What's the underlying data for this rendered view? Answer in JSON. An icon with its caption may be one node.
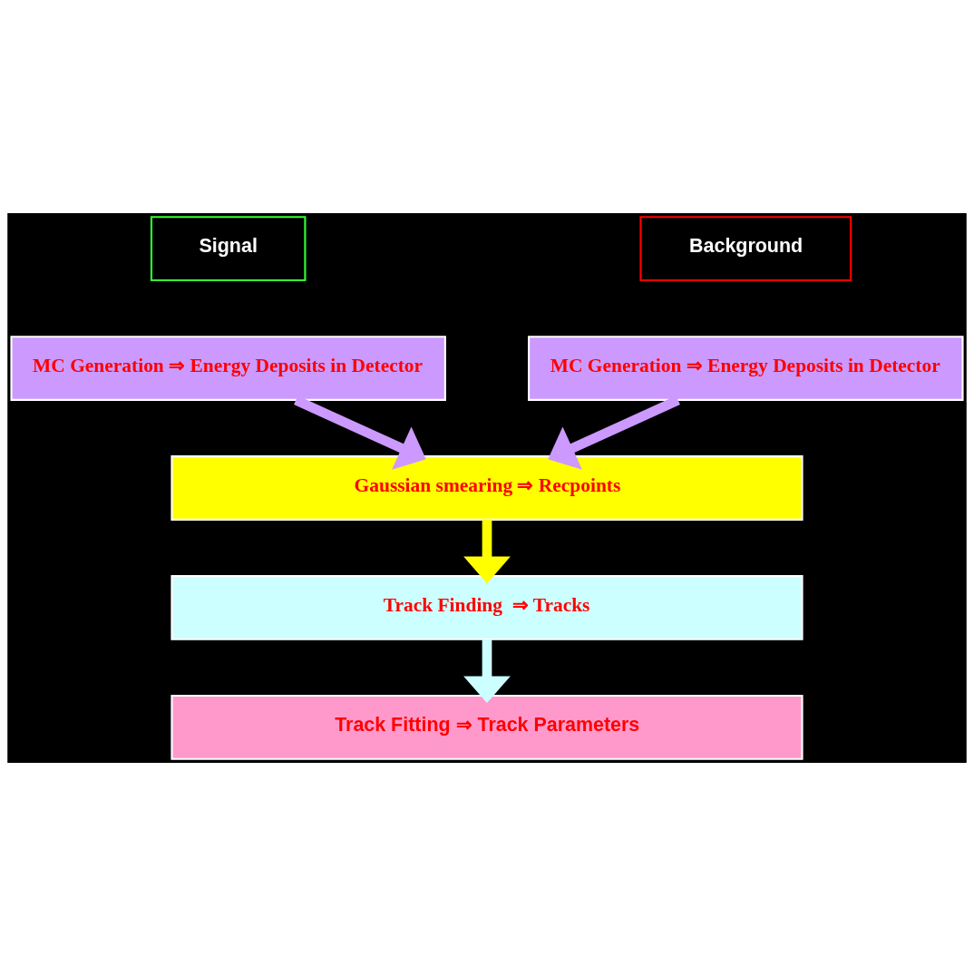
{
  "diagram": {
    "nodes": [
      {
        "text": [
          "Signal"
        ]
      },
      {
        "text": [
          "Background"
        ]
      },
      {
        "text": [
          "MC Generation ⇒ Energy Deposits in Detector"
        ]
      },
      {
        "text": [
          "MC Generation ⇒ Energy Deposits in Detector"
        ]
      },
      {
        "text": [
          "Gaussian smearing ⇒ Recpoints"
        ]
      },
      {
        "text": [
          "Track Finding  ⇒ Tracks"
        ]
      },
      {
        "text": [
          "Track Fitting ⇒ Track Parameters"
        ]
      }
    ],
    "edges": [
      {
        "from": 2,
        "to": 4,
        "arrow": "to",
        "color": "#cc99ff"
      },
      {
        "from": 3,
        "to": 4,
        "arrow": "to",
        "color": "#cc99ff"
      },
      {
        "from": 4,
        "to": 5,
        "arrow": "to",
        "color": "#ffff00"
      },
      {
        "from": 5,
        "to": 6,
        "arrow": "to",
        "color": "#ccffff"
      }
    ]
  }
}
